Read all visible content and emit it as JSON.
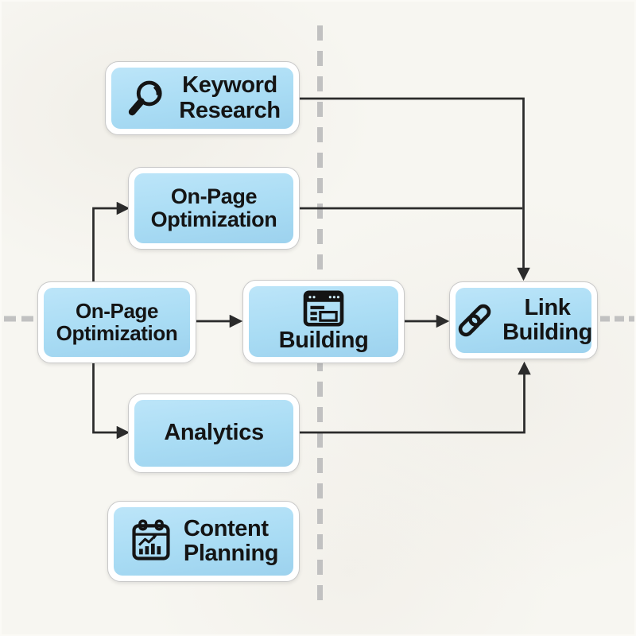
{
  "title": "SEO process flowchart",
  "colors": {
    "background": "#f7f6f1",
    "node-fill-top": "#bce5f9",
    "node-fill-bottom": "#9dd2ee",
    "node-outline": "#c9c9c9",
    "label": "#141414",
    "icon": "#141414",
    "connector": "#2b2b2b",
    "guide": "#c1c1c1"
  },
  "nodes": {
    "keyword_research": {
      "lines": [
        "Keyword",
        "Research"
      ],
      "icon": "magnifier-search-icon"
    },
    "onpage_optimization_top": {
      "lines": [
        "On-Page",
        "Optimization"
      ],
      "icon": null
    },
    "onpage_optimization_left": {
      "lines": [
        "On-Page",
        "Optimization"
      ],
      "icon": null
    },
    "building": {
      "lines": [
        "Building"
      ],
      "icon": "browser-window-icon"
    },
    "link_building": {
      "lines": [
        "Link",
        "Building"
      ],
      "icon": "chain-link-icon"
    },
    "analytics": {
      "lines": [
        "Analytics"
      ],
      "icon": null
    },
    "content_planning": {
      "lines": [
        "Content",
        "Planning"
      ],
      "icon": "calendar-chart-icon"
    }
  },
  "edges": [
    {
      "from": "keyword_research",
      "to": "link_building"
    },
    {
      "from": "onpage_optimization_top",
      "to": "link_building"
    },
    {
      "from": "onpage_optimization_left",
      "to": "onpage_optimization_top"
    },
    {
      "from": "onpage_optimization_left",
      "to": "building"
    },
    {
      "from": "onpage_optimization_left",
      "to": "analytics"
    },
    {
      "from": "building",
      "to": "link_building"
    },
    {
      "from": "analytics",
      "to": "link_building"
    }
  ],
  "guides": {
    "vertical_divider": "dashed",
    "horizontal_divider_stubs": "dashed"
  }
}
